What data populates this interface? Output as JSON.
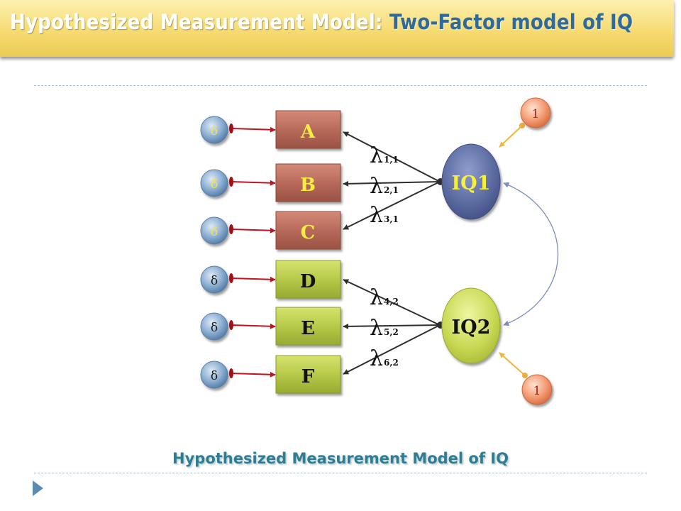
{
  "slide": {
    "title_part1": "Hypothesized Measurement Model:",
    "title_part2": "Two-Factor model of IQ",
    "caption": "Hypothesized Measurement Model of IQ"
  },
  "diagram": {
    "error_symbol": "δ",
    "indicators": [
      "A",
      "B",
      "C",
      "D",
      "E",
      "F"
    ],
    "factors": [
      "IQ1",
      "IQ2"
    ],
    "variance_labels": [
      "1",
      "1"
    ],
    "loadings": [
      {
        "main": "λ",
        "sub": "1,1"
      },
      {
        "main": "λ",
        "sub": "2,1"
      },
      {
        "main": "λ",
        "sub": "3,1"
      },
      {
        "main": "λ",
        "sub": "4,2"
      },
      {
        "main": "λ",
        "sub": "5,2"
      },
      {
        "main": "λ",
        "sub": "6,2"
      }
    ]
  },
  "colors": {
    "group1_box": "#b86a5a",
    "group2_box": "#b7c94a",
    "factor1": "#5a6aa0",
    "factor2": "#c8d854",
    "error_circle": "#7ea2c8",
    "variance_circle": "#f08a5c",
    "error_arrow": "#c0141e",
    "variance_arrow": "#f0b63a",
    "covariance_arc": "#8a96c8"
  },
  "icons": {
    "bullet": "triangle-bullet-icon"
  }
}
